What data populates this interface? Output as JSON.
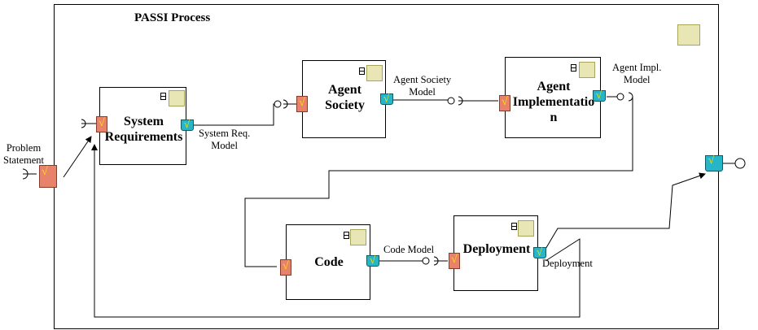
{
  "title": "PASSI Process",
  "boxes": {
    "system_requirements": {
      "line1": "System",
      "line2": "Requirements"
    },
    "agent_society": {
      "line1": "Agent",
      "line2": "Society"
    },
    "agent_implementation": {
      "line1": "Agent",
      "line2": "Implementatio",
      "line3": "n"
    },
    "code": {
      "line1": "Code"
    },
    "deployment": {
      "line1": "Deployment"
    }
  },
  "labels": {
    "problem_statement_1": "Problem",
    "problem_statement_2": "Statement",
    "system_req_model_1": "System Req.",
    "system_req_model_2": "Model",
    "agent_society_model_1": "Agent Society",
    "agent_society_model_2": "Model",
    "agent_impl_model_1": "Agent Impl.",
    "agent_impl_model_2": "Model",
    "code_model": "Code Model",
    "deployment_out": "Deployment"
  },
  "icons": {
    "doc": "document-check-icon",
    "cylinder": "artifact-check-icon",
    "spiral": "spiral-icon",
    "component": "component-icon"
  }
}
